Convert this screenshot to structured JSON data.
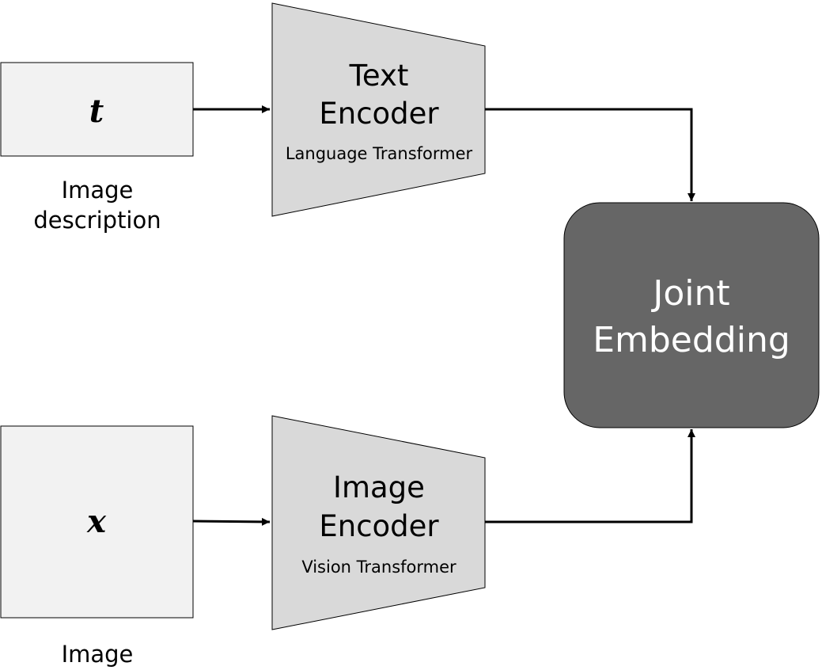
{
  "inputs": {
    "text": {
      "symbol": "t",
      "caption_line1": "Image",
      "caption_line2": "description"
    },
    "image": {
      "symbol": "x",
      "caption": "Image"
    }
  },
  "encoders": {
    "text": {
      "title_line1": "Text",
      "title_line2": "Encoder",
      "subtitle": "Language Transformer"
    },
    "image": {
      "title_line1": "Image",
      "title_line2": "Encoder",
      "subtitle": "Vision Transformer"
    }
  },
  "joint": {
    "line1": "Joint",
    "line2": "Embedding"
  },
  "colors": {
    "input_fill": "#f2f2f2",
    "encoder_fill": "#d9d9d9",
    "joint_fill": "#666666",
    "stroke": "#000000",
    "joint_text": "#ffffff"
  }
}
